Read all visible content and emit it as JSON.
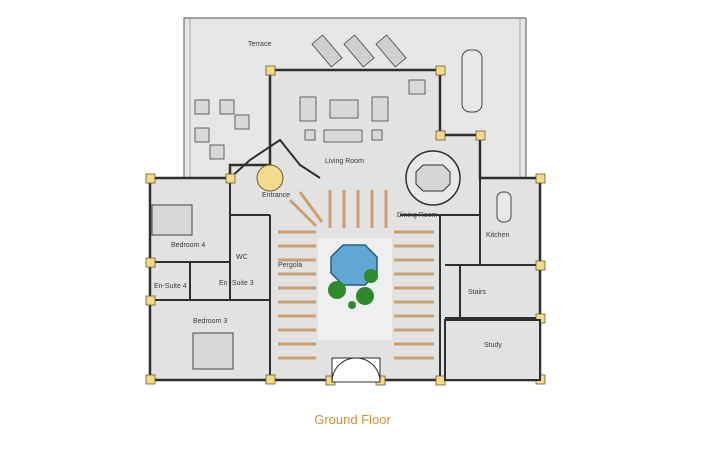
{
  "title": "Ground Floor",
  "rooms": {
    "terrace": "Terrace",
    "living_room": "Living Room",
    "entrance": "Entrance",
    "dining_room": "Dining Room",
    "kitchen": "Kitchen",
    "bedroom_4": "Bedroom 4",
    "wc": "WC",
    "pergola": "Pergola",
    "en_suite_4": "En-Suite 4",
    "en_suite_3": "En -Suite 3",
    "stairs": "Stairs",
    "bedroom_3": "Bedroom 3",
    "study": "Study"
  },
  "colors": {
    "floor": "#e4e4e4",
    "wall": "#2f2f2f",
    "pillar": "#f2dc8c",
    "timber": "#c8a074",
    "pool": "#5fa8d6",
    "plant": "#2f8a2f",
    "caption": "#c8913a"
  }
}
